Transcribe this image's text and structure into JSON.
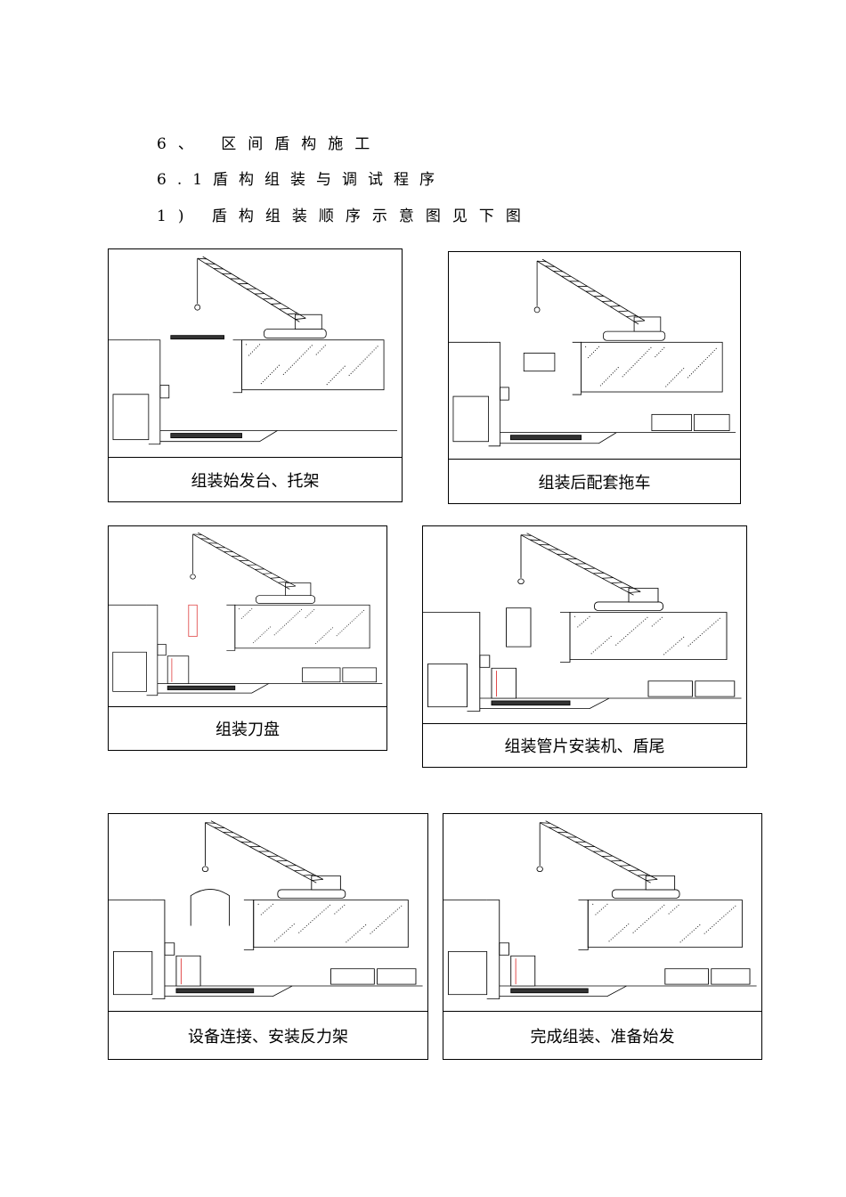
{
  "headings": {
    "section": "6、 区间盾构施工",
    "subsection": "6.1盾构组装与调试程序",
    "item": "1) 盾构组装顺序示意图见下图"
  },
  "panels": [
    {
      "caption": "组装始发台、托架"
    },
    {
      "caption": "组装后配套拖车"
    },
    {
      "caption": "组装刀盘"
    },
    {
      "caption": "组装管片安装机、盾尾"
    },
    {
      "caption": "设备连接、安装反力架"
    },
    {
      "caption": "完成组装、准备始发"
    }
  ]
}
